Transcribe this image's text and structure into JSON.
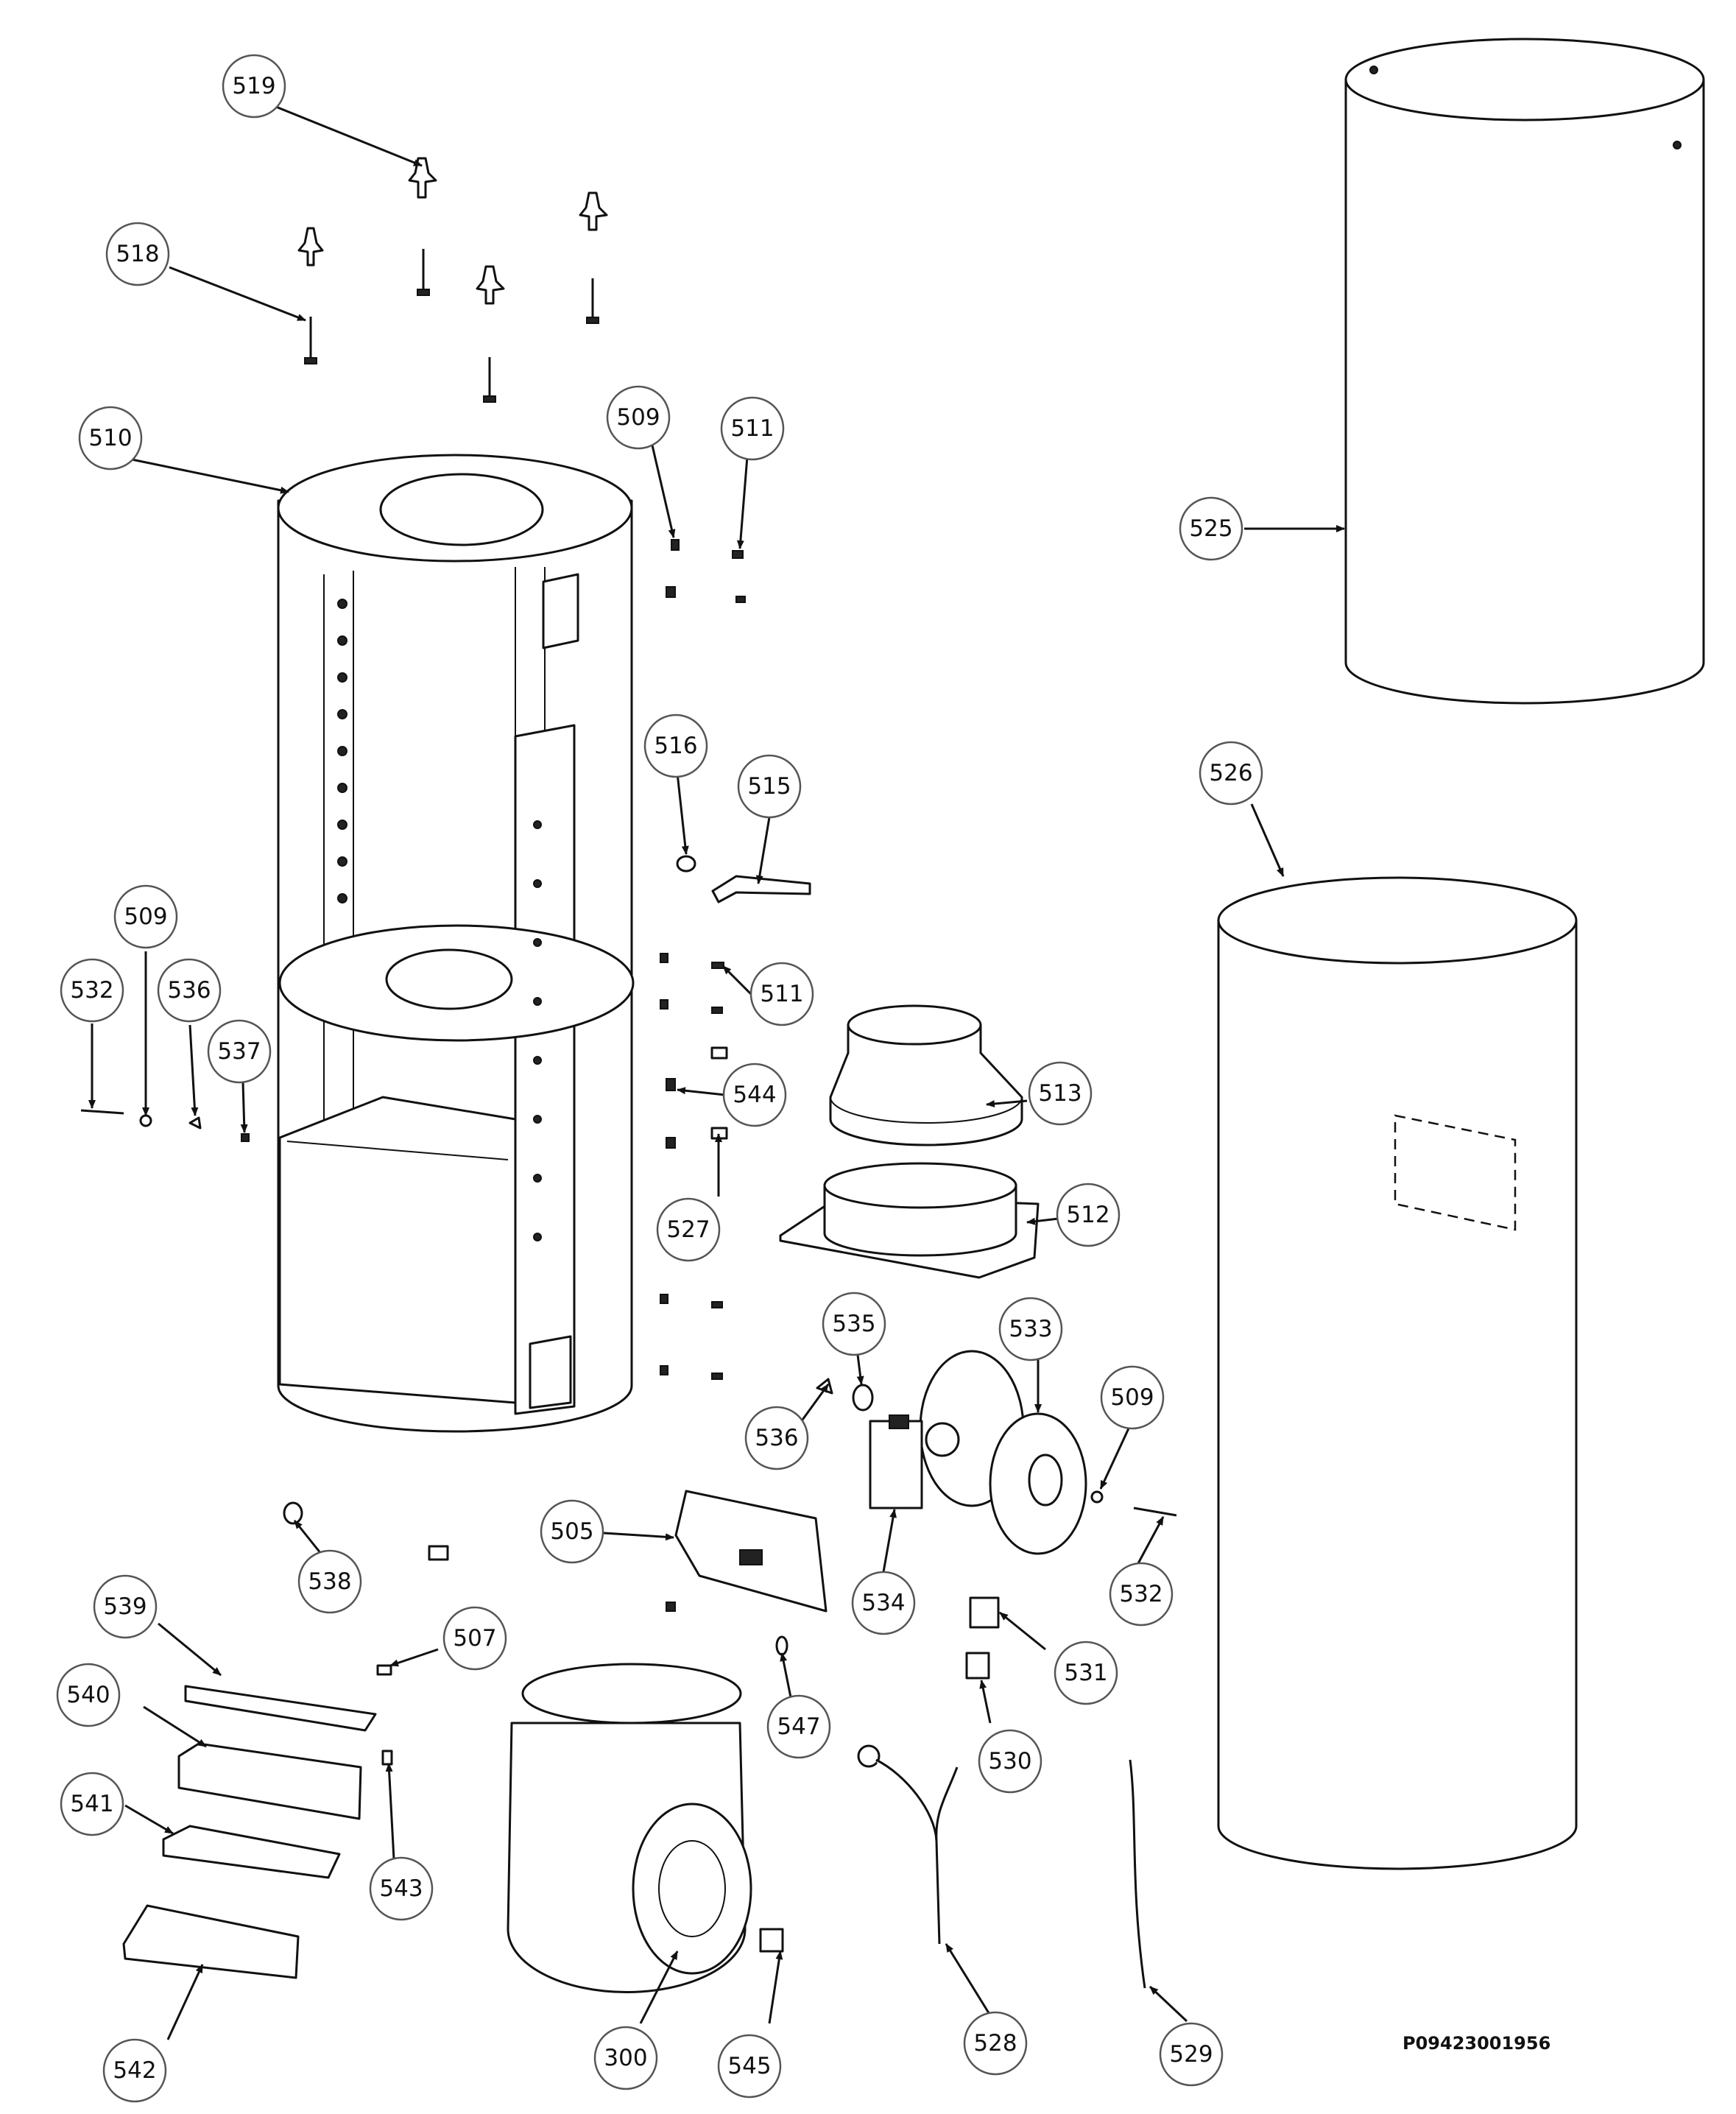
{
  "document_code": "P09423001956",
  "callouts": [
    "519",
    "518",
    "510",
    "509",
    "511",
    "525",
    "526",
    "516",
    "515",
    "509",
    "532",
    "536",
    "537",
    "511",
    "513",
    "544",
    "512",
    "527",
    "535",
    "533",
    "509",
    "536",
    "505",
    "534",
    "532",
    "538",
    "539",
    "507",
    "531",
    "540",
    "547",
    "530",
    "541",
    "543",
    "542",
    "300",
    "545",
    "528",
    "529"
  ],
  "colors": {
    "line": "#111111",
    "bubble_stroke": "#555555",
    "background": "#ffffff"
  }
}
